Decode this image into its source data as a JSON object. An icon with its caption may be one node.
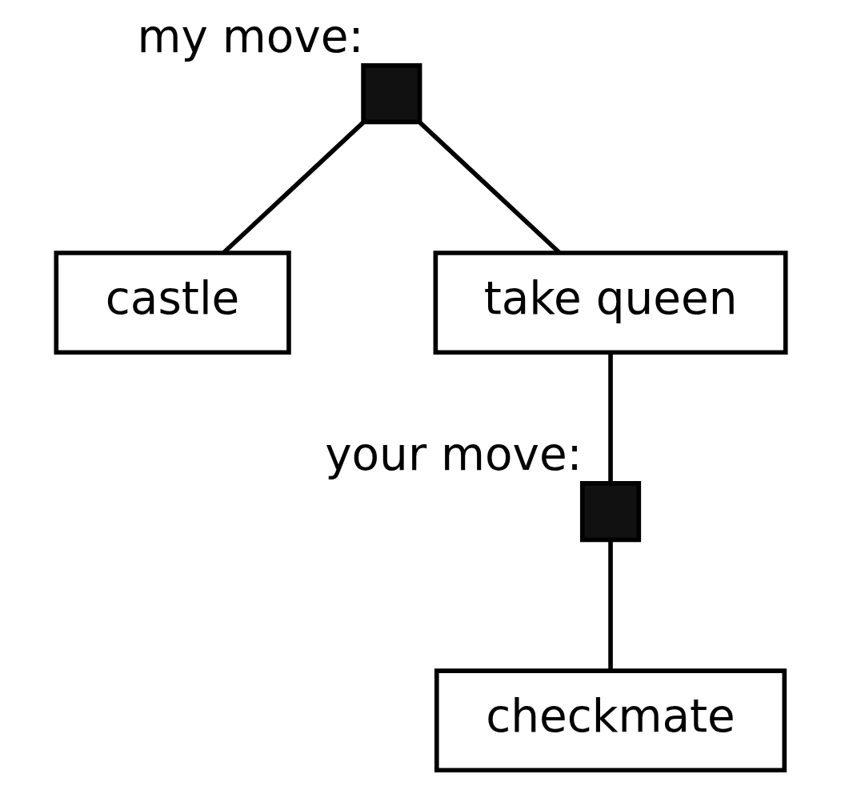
{
  "diagram": {
    "nodes": [
      {
        "text": [],
        "shape": "box",
        "beside": [
          "my move:"
        ]
      },
      {
        "text": [
          "castle"
        ]
      },
      {
        "text": [
          "take queen"
        ]
      },
      {
        "text": [],
        "shape": "box",
        "beside": [
          "your move:"
        ]
      },
      {
        "text": [
          "checkmate"
        ]
      }
    ],
    "edges": [
      {
        "from": 0,
        "to": 1,
        "arrow": "none"
      },
      {
        "from": 0,
        "to": 2,
        "arrow": "none"
      },
      {
        "from": 2,
        "to": 3,
        "arrow": "none"
      },
      {
        "from": 3,
        "to": 4,
        "arrow": "none"
      }
    ]
  }
}
